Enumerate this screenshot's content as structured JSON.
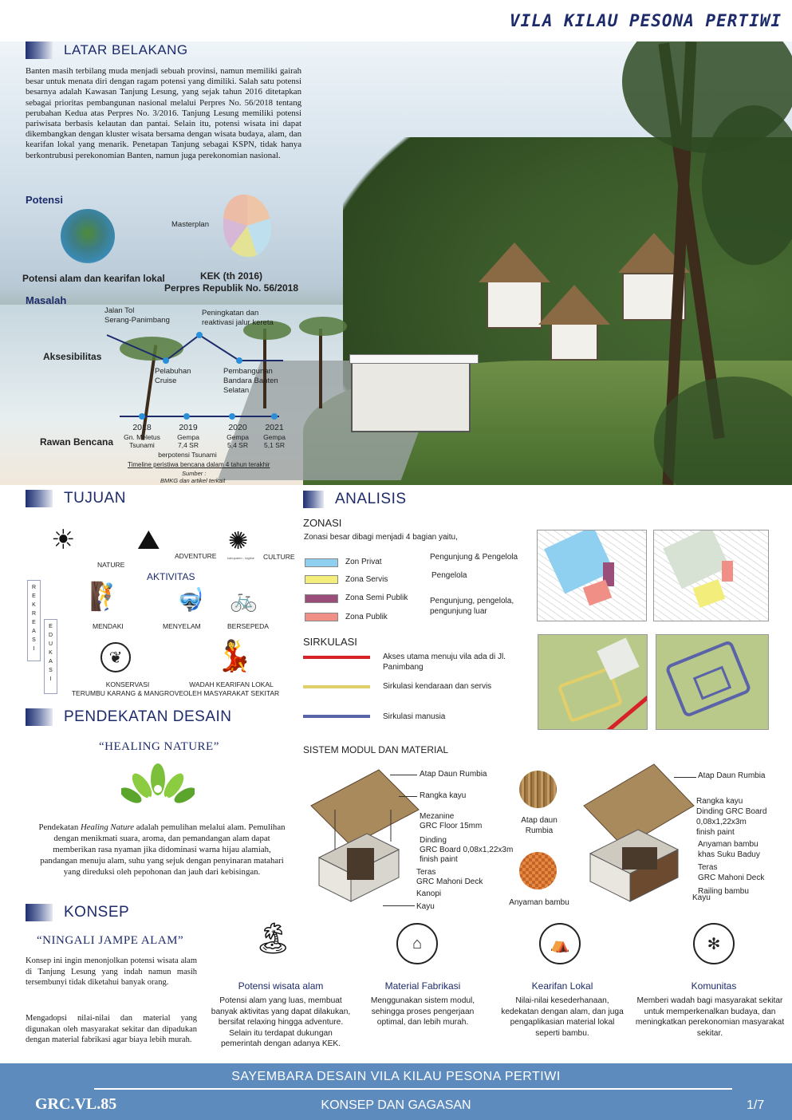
{
  "title": "VILA KILAU PESONA PERTIWI",
  "latar": {
    "heading": "LATAR BELAKANG",
    "body": "Banten masih terbilang muda menjadi sebuah provinsi, namun memiliki gairah besar untuk menata diri dengan ragam potensi yang dimiliki. Salah satu potensi besarnya adalah Kawasan Tanjung Lesung, yang sejak tahun 2016 ditetapkan sebagai prioritas pembangunan nasional melalui Perpres No. 56/2018 tentang perubahan Kedua atas Perpres No. 3/2016. Tanjung Lesung memiliki potensi pariwisata berbasis kelautan dan pantai. Selain itu, potensi wisata ini dapat dikembangkan dengan kluster wisata bersama dengan wisata budaya, alam, dan kearifan lokal yang menarik. Penetapan Tanjung sebagai KSPN, tidak hanya berkontrubusi perekonomian Banten, namun juga perekonomian nasional."
  },
  "potensi": {
    "heading": "Potensi",
    "masterplan": "Masterplan",
    "caption_left": "Potensi alam dan kearifan lokal",
    "kek_1": "KEK (th 2016)",
    "kek_2": "Perpres Republik No. 56/2018"
  },
  "masalah": {
    "heading": "Masalah",
    "aksesibilitas": "Aksesibilitas",
    "jalan_tol": "Jalan Tol\nSerang-Panimbang",
    "peningkatan": "Peningkatan dan\nreaktivasi jalur kereta",
    "pelabuhan": "Pelabuhan\nCruise",
    "pembangunan": "Pembangunan\nBandara Banten\nSelatan",
    "rawan": "Rawan Bencana",
    "years": [
      {
        "year": "2018",
        "desc": "Gn. Meletus\nTsunami"
      },
      {
        "year": "2019",
        "desc": "Gempa\n7,4 SR"
      },
      {
        "year": "2020",
        "desc": "Gempa\n5,4 SR"
      },
      {
        "year": "2021",
        "desc": "Gempa\n5,1 SR"
      }
    ],
    "berpotensi": "berpotensi Tsunami",
    "timeline_caption": "Timeline peristiwa bencana dalam 4 tahun terakhir",
    "sumber": "Sumber :",
    "sumber_detail": "BMKG dan artikel terkait"
  },
  "tujuan": {
    "heading": "TUJUAN",
    "nature": "NATURE",
    "adventure": "ADVENTURE",
    "culture": "CULTURE",
    "aktivitas": "AKTIVITAS",
    "rekreasi": "R\nE\nK\nR\nE\nA\nS\nI",
    "edukasi": "E\nD\nU\nK\nA\nS\nI",
    "mendaki": "MENDAKI",
    "menyelam": "MENYELAM",
    "bersepeda": "BERSEPEDA",
    "konservasi": "KONSERVASI\nTERUMBU KARANG & MANGROVE",
    "wadah": "WADAH KEARIFAN LOKAL\nOLEH MASYARAKAT SEKITAR",
    "logo_caption": "kabupaten - tagline"
  },
  "analisis": {
    "heading": "ANALISIS",
    "zonasi": "ZONASI",
    "zonasi_intro": "Zonasi besar dibagi menjadi 4 bagian yaitu,",
    "zones": [
      {
        "name": "Zon Privat",
        "color": "#8fd0f0"
      },
      {
        "name": "Zona Servis",
        "color": "#f3ee7c"
      },
      {
        "name": "Zona Semi Publik",
        "color": "#9a4f7a"
      },
      {
        "name": "Zona Publik",
        "color": "#ef8f86"
      }
    ],
    "zone_users": [
      "Pengunjung & Pengelola",
      "Pengelola",
      "Pengunjung, pengelola,\npengunjung luar"
    ],
    "sirkulasi": "SIRKULASI",
    "circ": [
      {
        "label": "Akses utama menuju vila ada di Jl.\nPanimbang",
        "color": "#d8222a"
      },
      {
        "label": "Sirkulasi kendaraan dan servis",
        "color": "#e2cf6a"
      },
      {
        "label": "Sirkulasi manusia",
        "color": "#5a62a8"
      }
    ]
  },
  "modul": {
    "heading": "SISTEM MODUL DAN MATERIAL",
    "left_labels": [
      "Atap Daun Rumbia",
      "Rangka kayu",
      "Mezanine\nGRC Floor 15mm",
      "Dinding\nGRC Board 0,08x1,22x3m\nfinish paint",
      "Teras\nGRC Mahoni Deck",
      "Kanopi",
      "Kayu"
    ],
    "mat_1": "Atap daun\nRumbia",
    "mat_2": "Anyaman bambu",
    "right_labels": [
      "Atap Daun Rumbia",
      "Rangka kayu\nDinding GRC Board\n0,08x1,22x3m\nfinish paint",
      "Anyaman bambu\nkhas Suku Baduy",
      "Teras\nGRC Mahoni Deck",
      "Railing bambu",
      "Kayu"
    ]
  },
  "pendekatan": {
    "heading": "PENDEKATAN DESAIN",
    "quote": "“HEALING NATURE”",
    "body_pre": "Pendekatan ",
    "body_em": "Healing Nature",
    "body_post": " adalah pemulihan melalui alam. Pemulihan dengan menikmati suara, aroma, dan pemandangan alam dapat memberikan rasa nyaman jika didominasi warna hijau alamiah, pandangan menuju alam, suhu yang sejuk dengan penyinaran matahari yang direduksi oleh pepohonan dan jauh dari kebisingan."
  },
  "konsep": {
    "heading": "KONSEP",
    "quote": "“NINGALI JAMPE ALAM”",
    "body_1": "Konsep ini ingin menonjolkan potensi wisata alam di Tanjung Lesung yang indah namun masih tersembunyi tidak diketahui banyak orang.",
    "body_2": "Mengadopsi nilai-nilai dan material yang digunakan oleh masyarakat sekitar dan dipadukan dengan material fabrikasi agar biaya lebih murah.",
    "items": [
      {
        "title": "Potensi wisata alam",
        "text": "Potensi alam yang luas, membuat banyak aktivitas yang dapat dilakukan, bersifat relaxing hingga adventure. Selain itu terdapat dukungan pemerintah dengan adanya KEK."
      },
      {
        "title": "Material Fabrikasi",
        "text": "Menggunakan sistem modul, sehingga proses pengerjaan optimal, dan lebih murah."
      },
      {
        "title": "Kearifan Lokal",
        "text": "Nilai-nilai kesederhanaan, kedekatan dengan alam, dan juga pengaplikasian material lokal seperti bambu."
      },
      {
        "title": "Komunitas",
        "text": "Memberi wadah bagi masyarakat sekitar untuk memperkenalkan budaya, dan meningkatkan perekonomian masyarakat sekitar."
      }
    ]
  },
  "footer": {
    "line1": "SAYEMBARA DESAIN VILA KILAU PESONA PERTIWI",
    "line2": "KONSEP DAN GAGASAN",
    "code": "GRC.VL.85",
    "page": "1/7"
  },
  "colors": {
    "navy": "#1d2b6b",
    "footer": "#5e8bbd",
    "accent_blue": "#2a8fd8"
  }
}
